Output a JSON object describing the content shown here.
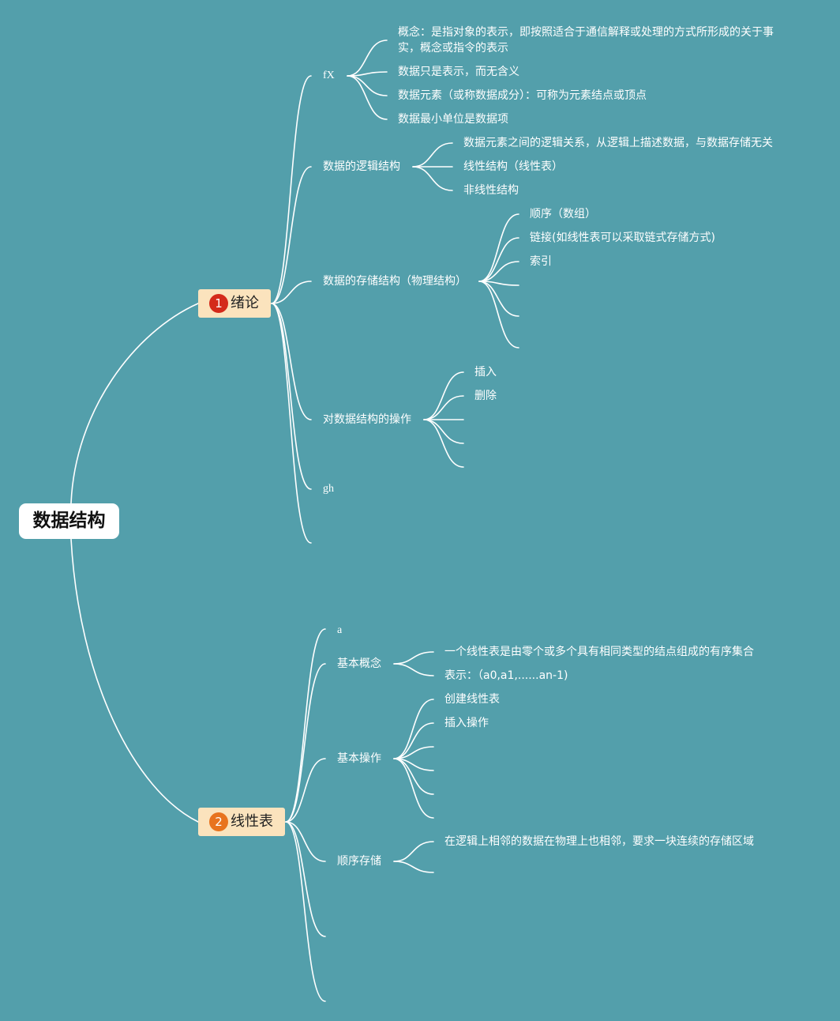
{
  "root": {
    "title": "数据结构"
  },
  "chapters": [
    {
      "badge": "1",
      "badge_color": "#d42a1a",
      "title": "绪论",
      "topics": [
        {
          "label": "fX",
          "children": [
            "概念：是指对象的表示，即按照适合于通信解释或处理的方式所形成的关于事实，概念或指令的表示",
            "数据只是表示，而无含义",
            "数据元素（或称数据成分）：可称为元素结点或顶点",
            "数据最小单位是数据项"
          ]
        },
        {
          "label": "数据的逻辑结构",
          "children": [
            "数据元素之间的逻辑关系，从逻辑上描述数据，与数据存储无关",
            "线性结构（线性表）",
            "非线性结构"
          ]
        },
        {
          "label": "数据的存储结构（物理结构）",
          "children": [
            "顺序（数组）",
            "链接(如线性表可以采取链式存储方式)",
            "索引",
            "",
            "",
            ""
          ]
        },
        {
          "label": "对数据结构的操作",
          "children": [
            "插入",
            "删除",
            "",
            "",
            ""
          ]
        },
        {
          "label": "gh",
          "children": []
        },
        {
          "label": "",
          "children": []
        }
      ]
    },
    {
      "badge": "2",
      "badge_color": "#e8731e",
      "title": "线性表",
      "topics": [
        {
          "label": "a",
          "children": []
        },
        {
          "label": "基本概念",
          "children": [
            "一个线性表是由零个或多个具有相同类型的结点组成的有序集合",
            "表示：（a0,a1,......an-1)"
          ]
        },
        {
          "label": "基本操作",
          "children": [
            "创建线性表",
            "插入操作",
            "",
            "",
            "",
            ""
          ]
        },
        {
          "label": "顺序存储",
          "children": [
            "在逻辑上相邻的数据在物理上也相邻，要求一块连续的存储区域",
            ""
          ]
        },
        {
          "label": "",
          "children": []
        },
        {
          "label": "",
          "children": []
        }
      ]
    }
  ]
}
